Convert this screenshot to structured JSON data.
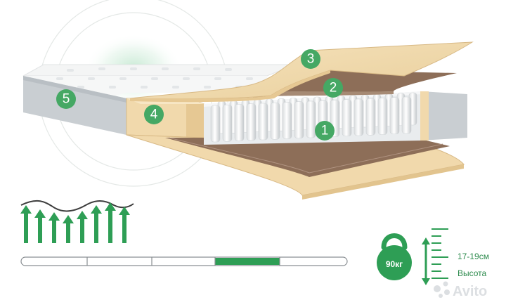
{
  "layers": [
    {
      "id": "1",
      "label": "1"
    },
    {
      "id": "2",
      "label": "2"
    },
    {
      "id": "3",
      "label": "3"
    },
    {
      "id": "4",
      "label": "4"
    },
    {
      "id": "5",
      "label": "5"
    }
  ],
  "firmness": {
    "segments": 5,
    "active_segment": 4
  },
  "specs": {
    "max_weight": "90кг",
    "height_value": "17-19см",
    "height_label": "Высота"
  },
  "watermark": {
    "text": "Avito"
  },
  "colors": {
    "accent_green": "#2e9e55",
    "foam_beige": "#f1d9ac",
    "felt_brown": "#8d6e58",
    "side_grey": "#c9ced2",
    "badge_green": "#45a864"
  },
  "icons": [
    "support-arrows-icon",
    "kettlebell-icon",
    "height-ruler-icon",
    "avito-logo-icon"
  ]
}
